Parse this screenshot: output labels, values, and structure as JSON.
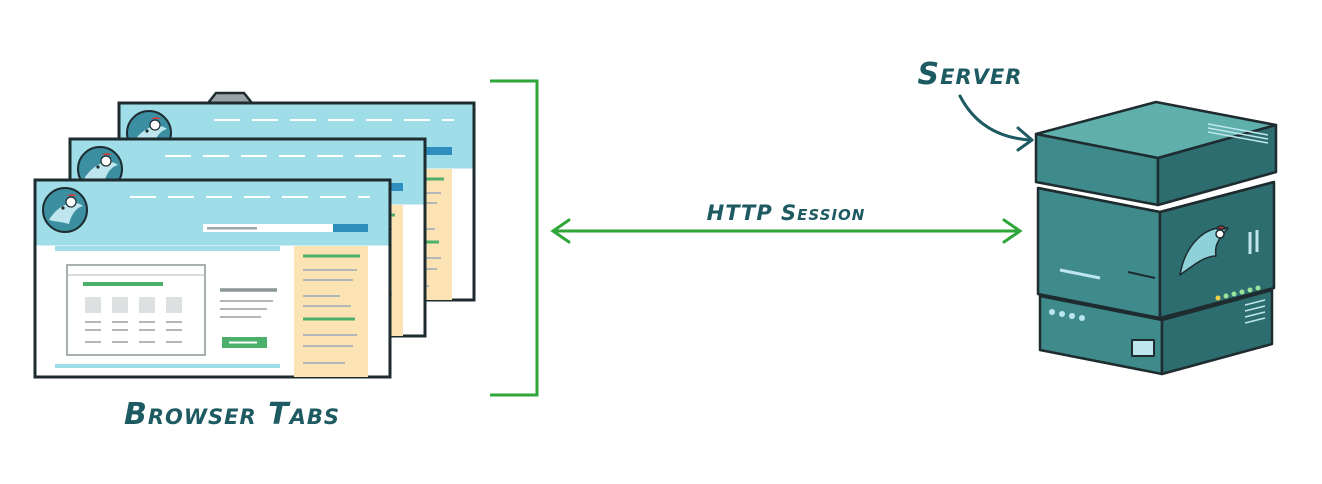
{
  "labels": {
    "browser_tabs": "Browser Tabs",
    "http_session": "HTTP Session",
    "server": "Server"
  },
  "colors": {
    "outline": "#1e2b2f",
    "browser_header": "#9fdde9",
    "sidebar": "#fbe3b3",
    "accent_green": "#2fa63a",
    "text_teal": "#1d5a62",
    "server_teal": "#3f8b8c",
    "server_top": "#5fb0ad",
    "server_dark": "#2d6d70"
  },
  "icons": {
    "mascot": "dolphin-mascot-icon",
    "arrow": "double-headed-arrow",
    "bracket": "bracket"
  }
}
